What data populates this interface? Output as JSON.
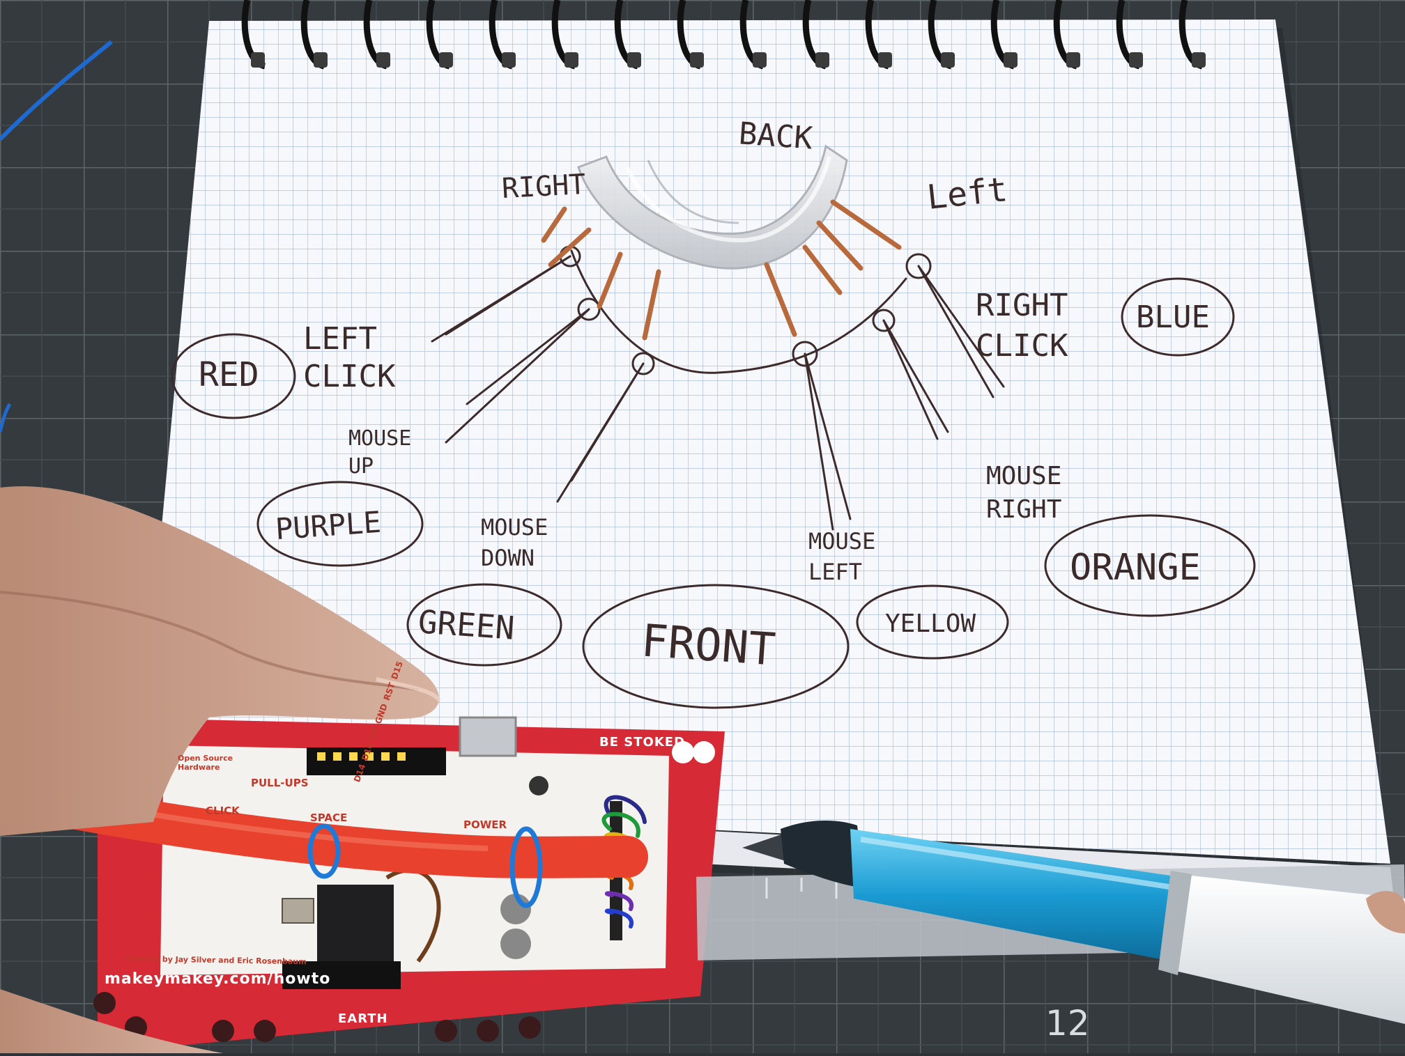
{
  "sketch": {
    "back_label": "BACK",
    "right_label": "RIGHT",
    "left_label": "Left",
    "left_click": "LEFT CLICK",
    "red": "RED",
    "mouse_up": "MOUSE UP",
    "purple": "PURPLE",
    "mouse_down": "MOUSE DOWN",
    "green": "GREEN",
    "front": "FRONT",
    "mouse_left": "MOUSE LEFT",
    "yellow": "YELLOW",
    "mouse_right": "MOUSE RIGHT",
    "orange": "ORANGE",
    "right_click": "RIGHT CLICK",
    "blue": "BLUE"
  },
  "board": {
    "tagline": "BE STOKED",
    "url": "makeymakey.com/howto",
    "credits": "Created by Jay Silver and Eric Rosenbaum",
    "oshw": "Open Source Hardware",
    "pullups": "PULL-UPS",
    "click": "CLICK",
    "space": "SPACE",
    "power": "POWER",
    "earth": "EARTH",
    "pins": [
      "D14",
      "D16",
      "5V",
      "GND",
      "RST",
      "D15"
    ]
  },
  "ruler": {
    "number": "12"
  },
  "colors": {
    "paper": "#f6f7fb",
    "grid": "#9fb3d6",
    "ink": "#3a2a2a",
    "board_red": "#d62a36",
    "cable_red": "#e8412e",
    "pen_blue": "#1ea3d8",
    "mat": "#2f3337"
  }
}
